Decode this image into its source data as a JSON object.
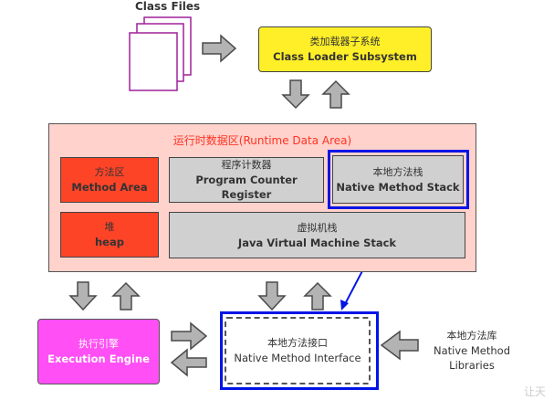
{
  "class_files": {
    "label": "Class Files"
  },
  "class_loader": {
    "zh": "类加载器子系统",
    "en": "Class Loader Subsystem"
  },
  "runtime_data_area": {
    "title": "运行时数据区(Runtime Data Area)",
    "method_area": {
      "zh": "方法区",
      "en": "Method Area"
    },
    "heap": {
      "zh": "堆",
      "en": "heap"
    },
    "pc_register": {
      "zh": "程序计数器",
      "en": "Program Counter Register"
    },
    "native_method_stack": {
      "zh": "本地方法栈",
      "en": "Native Method Stack"
    },
    "jvm_stack": {
      "zh": "虚拟机栈",
      "en": "Java Virtual Machine Stack"
    }
  },
  "execution_engine": {
    "zh": "执行引擎",
    "en": "Execution Engine"
  },
  "native_interface": {
    "zh": "本地方法接口",
    "en": "Native Method Interface"
  },
  "native_libraries": {
    "zh": "本地方法库",
    "en1": "Native Method",
    "en2": "Libraries"
  },
  "watermark": "让天",
  "colors": {
    "class_loader": "#ffef28",
    "runtime_bg": "#ffd2cc",
    "red_box": "#fe4427",
    "gray_box": "#d0d0d0",
    "execution_engine": "#ff4ff5",
    "highlight": "#0014e6",
    "class_files_border": "#a0209c",
    "runtime_title": "#ff3322"
  }
}
